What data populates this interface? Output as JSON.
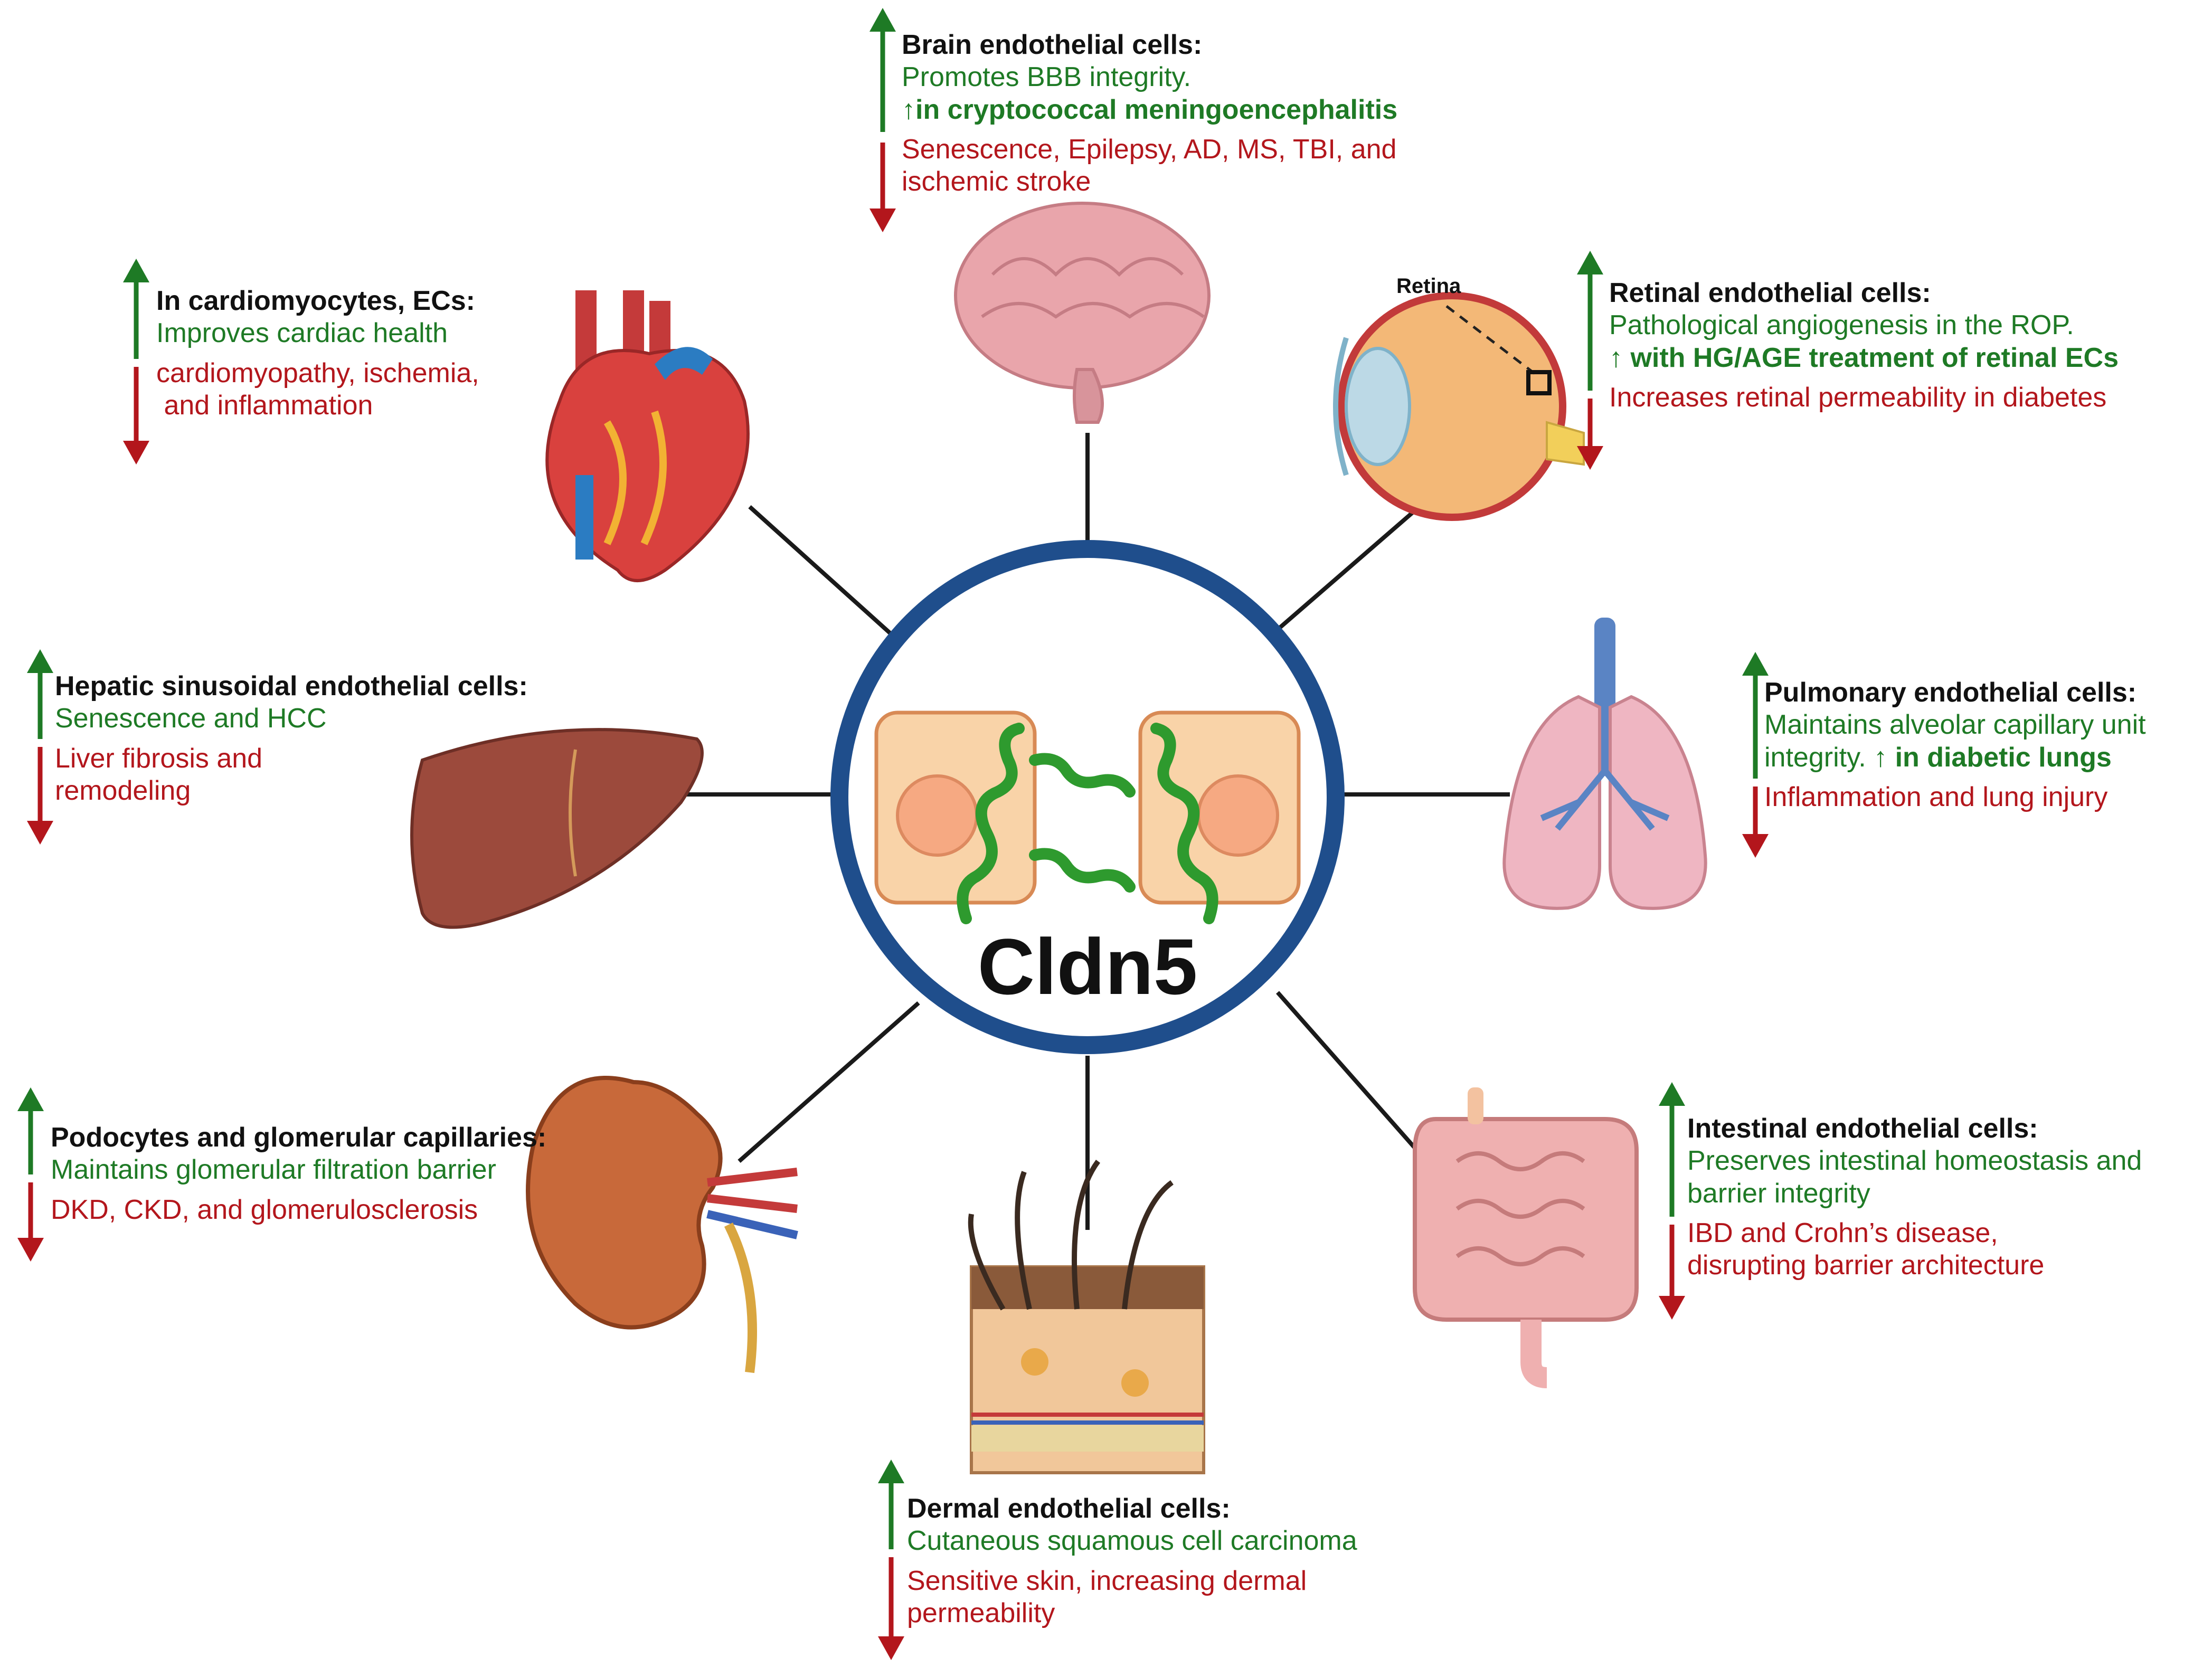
{
  "hub": {
    "label": "Cldn5"
  },
  "retina_label": "Retina",
  "blocks": {
    "brain": {
      "title": "Brain endothelial cells:",
      "up": [
        "Promotes BBB integrity."
      ],
      "up_bold": "↑in cryptococcal meningoencephalitis",
      "down": [
        "Senescence, Epilepsy, AD, MS, TBI, and",
        "ischemic stroke"
      ]
    },
    "heart": {
      "title": "In cardiomyocytes, ECs:",
      "up": [
        "Improves cardiac health"
      ],
      "down": [
        "cardiomyopathy, ischemia,",
        " and inflammation"
      ]
    },
    "retina": {
      "title": "Retinal endothelial cells:",
      "up": [
        "Pathological angiogenesis in the ROP."
      ],
      "up_bold": "↑ with HG/AGE treatment of retinal ECs",
      "down": [
        "Increases retinal permeability in diabetes"
      ]
    },
    "liver": {
      "title": "Hepatic sinusoidal endothelial cells:",
      "up": [
        "Senescence and HCC"
      ],
      "down": [
        "Liver fibrosis and",
        "remodeling"
      ]
    },
    "lung": {
      "title": "Pulmonary endothelial cells:",
      "up": [
        "Maintains alveolar capillary unit"
      ],
      "up_mixed_plain": "integrity. ↑ ",
      "up_mixed_bold": "in diabetic lungs",
      "down": [
        "Inflammation and lung injury"
      ]
    },
    "kidney": {
      "title": "Podocytes and glomerular capillaries:",
      "up": [
        "Maintains glomerular filtration barrier"
      ],
      "down": [
        "DKD, CKD, and glomerulosclerosis"
      ]
    },
    "intestine": {
      "title": "Intestinal endothelial cells:",
      "up": [
        "Preserves intestinal homeostasis and",
        "barrier integrity"
      ],
      "down": [
        "IBD and Crohn’s disease,",
        "disrupting barrier architecture"
      ]
    },
    "skin": {
      "title": "Dermal endothelial cells:",
      "up": [
        "Cutaneous squamous cell carcinoma"
      ],
      "down": [
        "Sensitive skin, increasing dermal",
        "permeability"
      ]
    }
  },
  "colors": {
    "up": "#1e7a25",
    "down": "#b3161c",
    "hub_ring": "#1f4e8c",
    "cell_fill": "#f9d3a8",
    "cell_stroke": "#d88a55",
    "claudin": "#2e9a2e"
  }
}
